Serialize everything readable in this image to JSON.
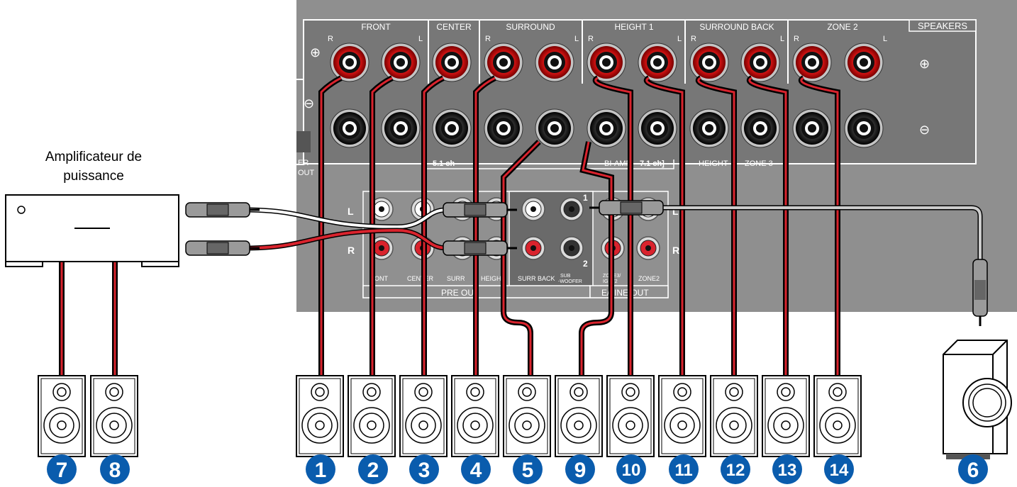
{
  "amplifier": {
    "label_line1": "Amplificateur de",
    "label_line2": "puissance"
  },
  "panel": {
    "speakers_label": "SPEAKERS",
    "groups": [
      {
        "name": "FRONT",
        "left_label": "R",
        "right_label": "L"
      },
      {
        "name": "CENTER",
        "left_label": "",
        "right_label": ""
      },
      {
        "name": "SURROUND",
        "left_label": "R",
        "right_label": "L"
      },
      {
        "name": "HEIGHT 1",
        "left_label": "R",
        "right_label": "L"
      },
      {
        "name": "SURROUND BACK",
        "left_label": "R",
        "right_label": "L"
      },
      {
        "name": "ZONE 2",
        "left_label": "R",
        "right_label": "L"
      }
    ],
    "sub_labels": {
      "ch51": "5.1 ch",
      "biamp": "BI-AMP",
      "ch71": "7.1 ch]",
      "height": "HEIGHT",
      "zone3": "ZONE 3"
    },
    "plus_symbol": "⊕",
    "minus_symbol": "⊖",
    "side_labels": {
      "er": "ER",
      "out": "OUT"
    }
  },
  "rca_panel": {
    "row_L": "L",
    "row_R": "R",
    "jack_labels": [
      "ONT",
      "CENTER",
      "SURR",
      "HEIGH",
      "SURR BACK",
      "SUB",
      "-WOOFER",
      "ZONE3/",
      "IGHT2",
      "ZONE2"
    ],
    "num1": "1",
    "num2": "2",
    "group_pre": "PRE OUT",
    "group_line": "E/LINE OUT"
  },
  "badges": [
    "7",
    "8",
    "1",
    "2",
    "3",
    "4",
    "5",
    "9",
    "10",
    "11",
    "12",
    "13",
    "14",
    "6"
  ],
  "colors": {
    "badge": "#0a5cad",
    "cable_red": "#d9232d",
    "panel_gray": "#8c8c8c",
    "panel_dark": "#6f6f6f"
  }
}
